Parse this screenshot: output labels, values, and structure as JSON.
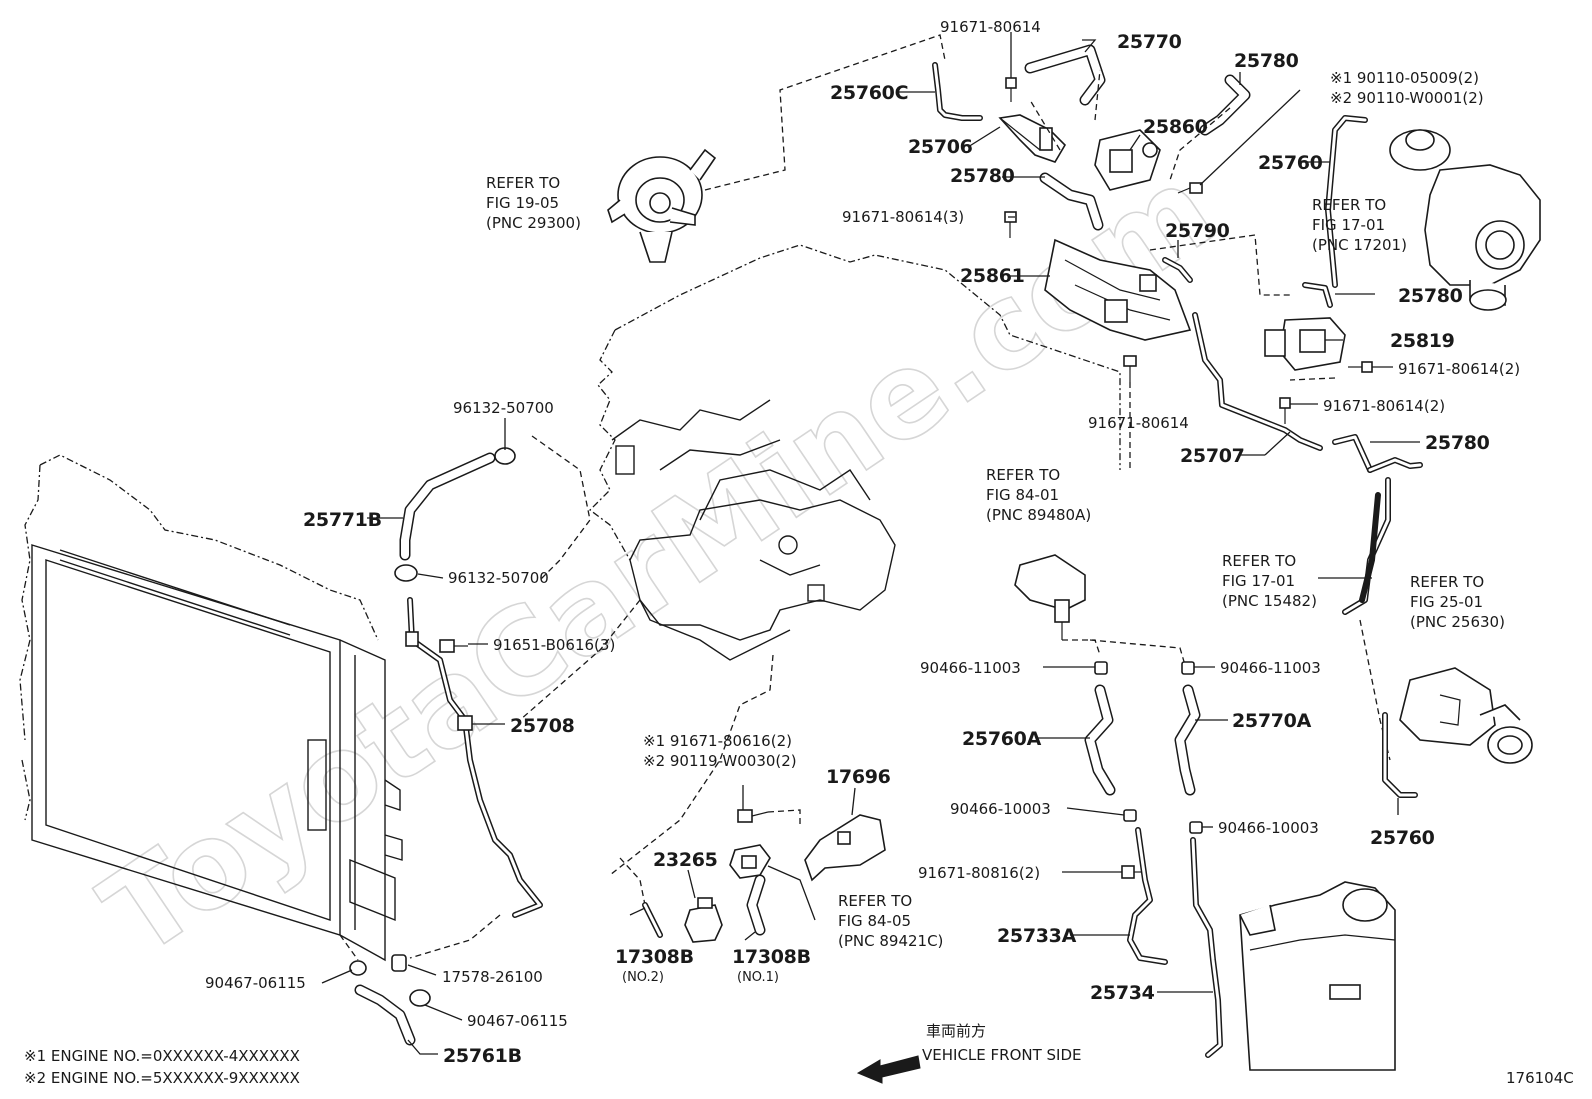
{
  "watermark": "ToyotaCarMine.com",
  "figure_code": "176104C",
  "callouts": {
    "c25770": "25770",
    "c91671_80614_top": "91671-80614",
    "c25780_top": "25780",
    "c25760C": "25760C",
    "c25706": "25706",
    "c25860": "25860",
    "c25780_mid": "25780",
    "c25760_top": "25760",
    "c91671_80614_3": "91671-80614(3)",
    "c25790": "25790",
    "c25861": "25861",
    "c25780_right": "25780",
    "c25819": "25819",
    "c91671_80614_2a": "91671-80614(2)",
    "c91671_80614_center": "91671-80614",
    "c91671_80614_2b": "91671-80614(2)",
    "c25707": "25707",
    "c25780_low": "25780",
    "c96132_top": "96132-50700",
    "c25771B": "25771B",
    "c96132_bot": "96132-50700",
    "c91651": "91651-B0616(3)",
    "c25708": "25708",
    "c90466_11003_l": "90466-11003",
    "c90466_11003_r": "90466-11003",
    "c25760A": "25760A",
    "c25770A": "25770A",
    "c90466_10003_l": "90466-10003",
    "c90466_10003_r": "90466-10003",
    "c91671_80816": "91671-80816(2)",
    "c25733A": "25733A",
    "c25734": "25734",
    "c25760_bot": "25760",
    "c17696": "17696",
    "c23265": "23265",
    "c17308B_a": "17308B",
    "c17308B_b": "17308B",
    "c90467_l": "90467-06115",
    "c17578": "17578-26100",
    "c90467_r": "90467-06115",
    "c25761B": "25761B"
  },
  "variant_labels": {
    "top_right_1": "※1 90110-05009(2)",
    "top_right_2": "※2 90110-W0001(2)",
    "center_1": "※1 91671-80616(2)",
    "center_2": "※2 90119-W0030(2)"
  },
  "sub_labels": {
    "no2": "(NO.2)",
    "no1": "(NO.1)"
  },
  "refs": {
    "r1905": {
      "l1": "REFER TO",
      "l2": "FIG 19-05",
      "l3": "(PNC 29300)"
    },
    "r1701a": {
      "l1": "REFER TO",
      "l2": "FIG 17-01",
      "l3": "(PNC 17201)"
    },
    "r8401": {
      "l1": "REFER TO",
      "l2": "FIG 84-01",
      "l3": "(PNC 89480A)"
    },
    "r1701b": {
      "l1": "REFER TO",
      "l2": "FIG 17-01",
      "l3": "(PNC 15482)"
    },
    "r2501": {
      "l1": "REFER TO",
      "l2": "FIG 25-01",
      "l3": "(PNC 25630)"
    },
    "r8405": {
      "l1": "REFER TO",
      "l2": "FIG 84-05",
      "l3": "(PNC 89421C)"
    }
  },
  "notes": {
    "n1": "※1   ENGINE NO.=0XXXXXX-4XXXXXX",
    "n2": "※2   ENGINE NO.=5XXXXXX-9XXXXXX"
  },
  "front": {
    "jp": "車両前方",
    "en": "VEHICLE FRONT SIDE"
  }
}
